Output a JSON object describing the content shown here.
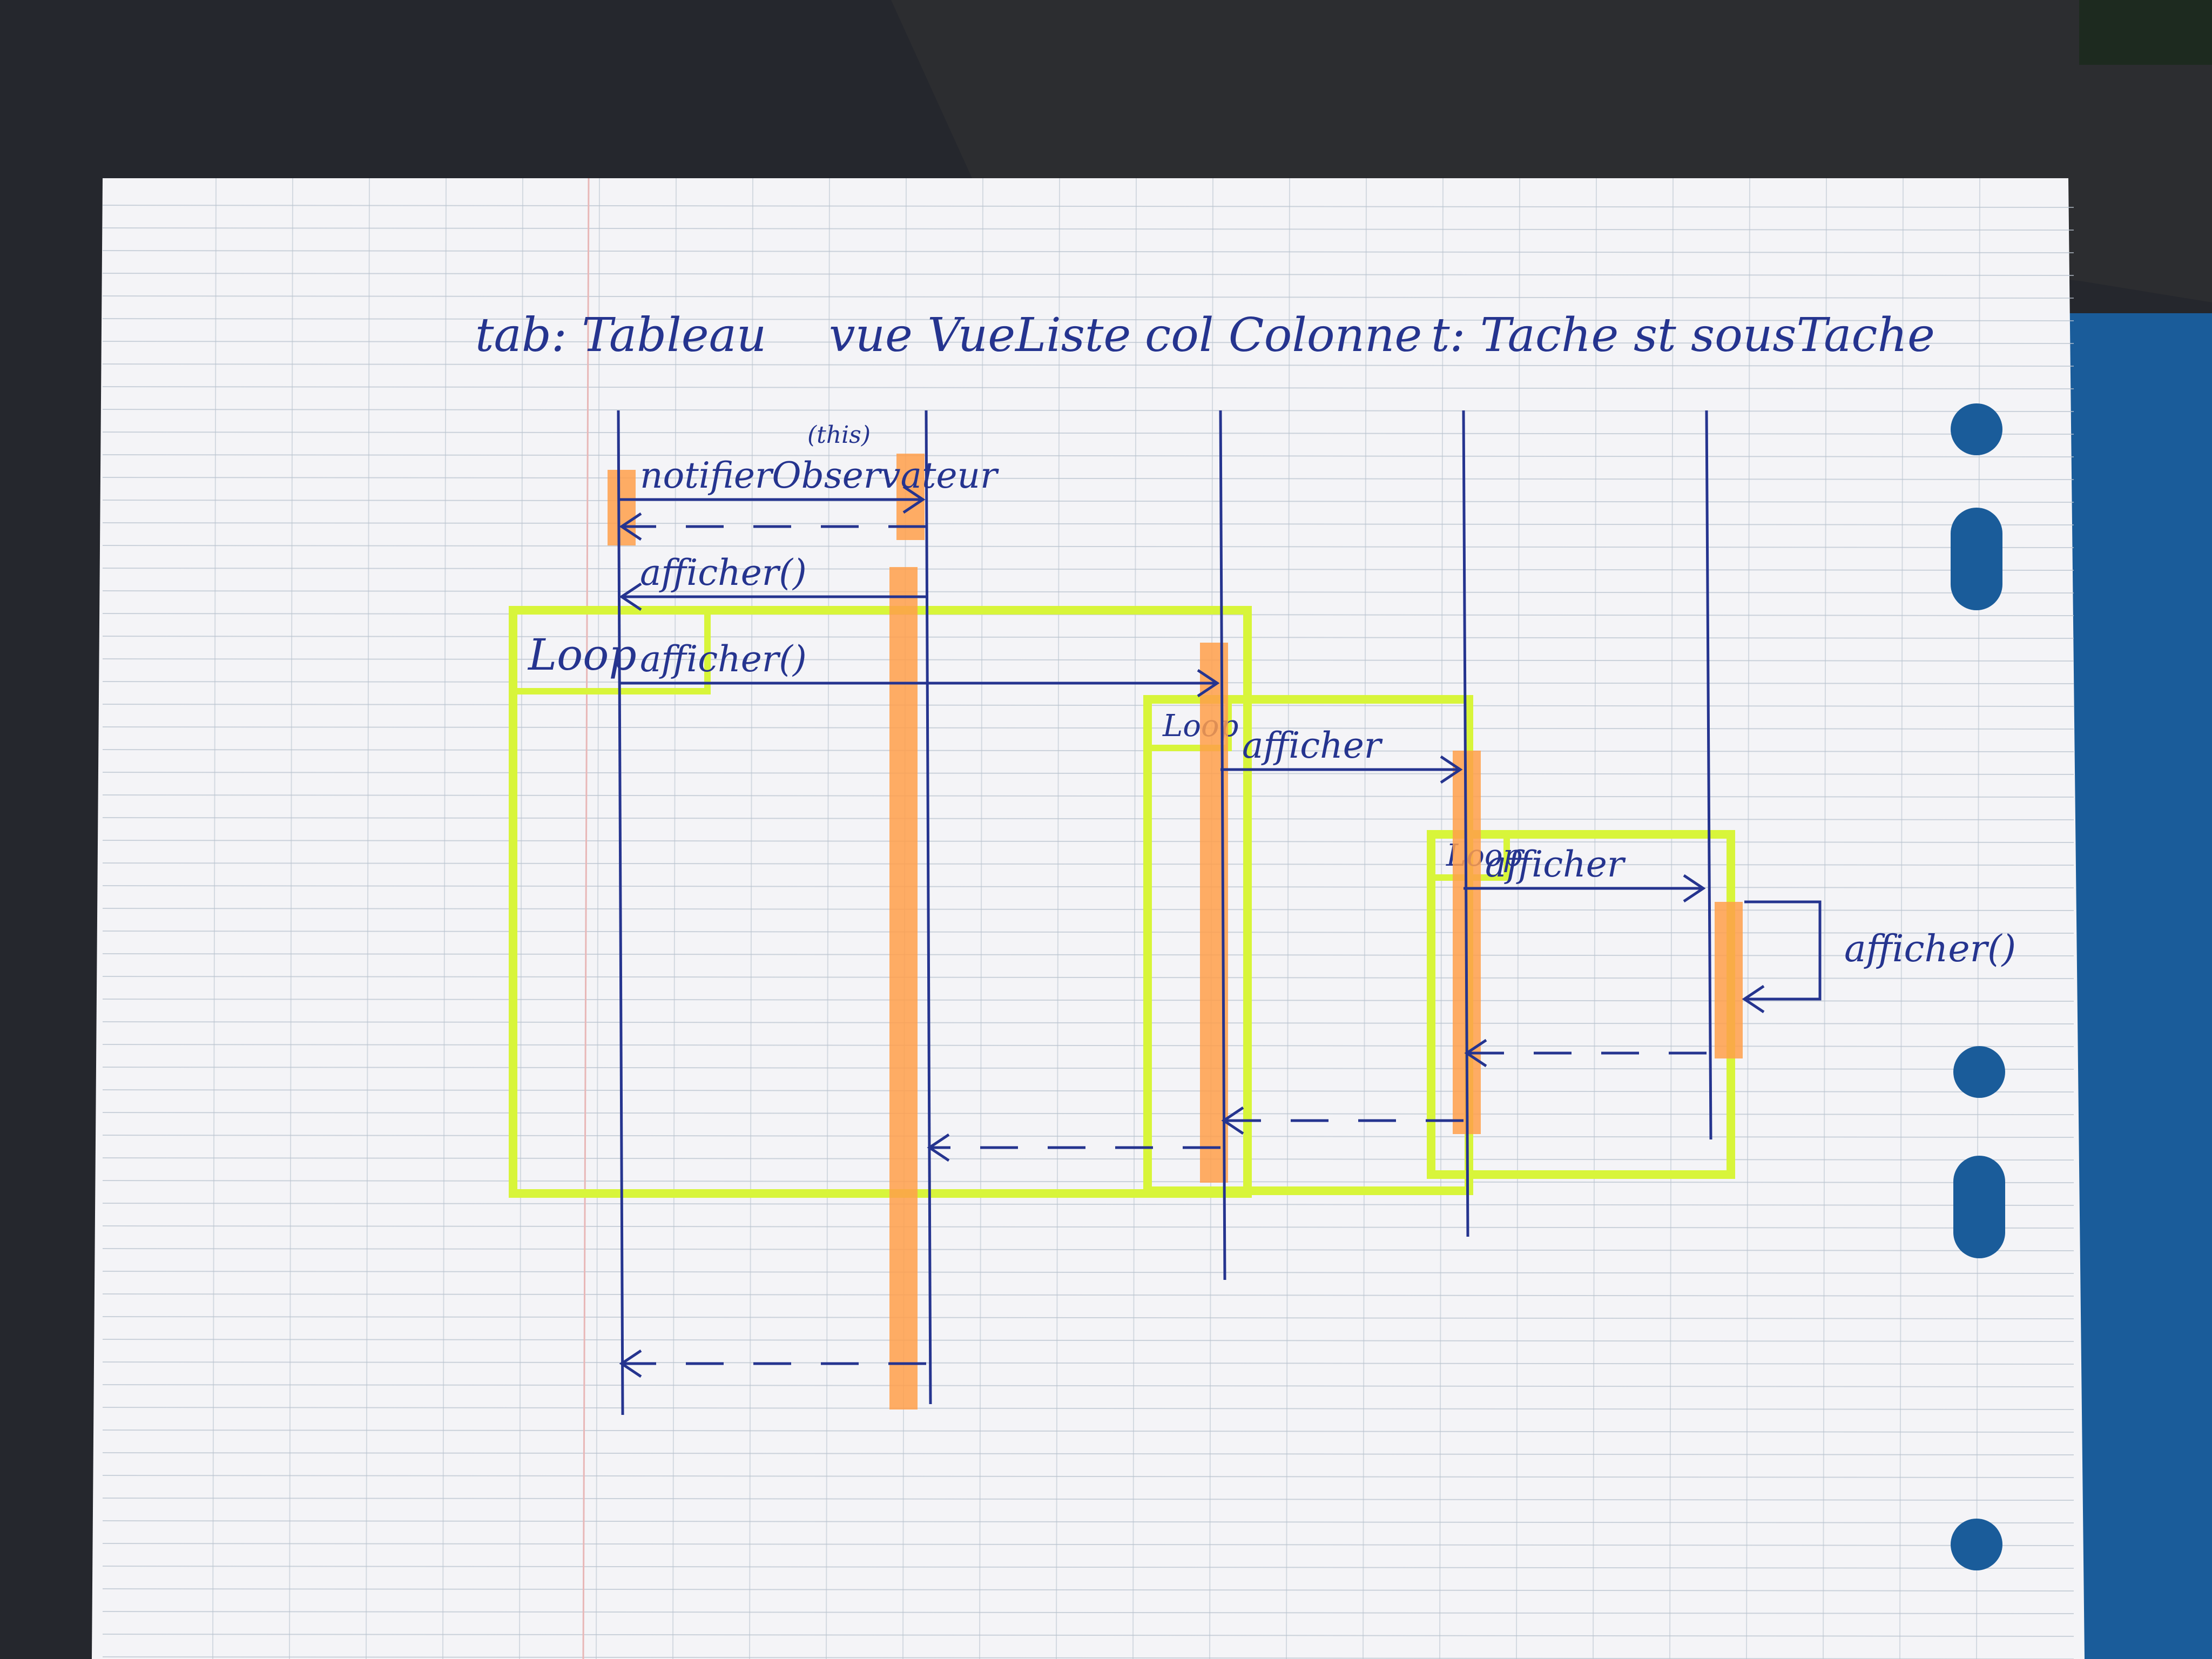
{
  "lifelines": [
    {
      "id": "tab",
      "label": "tab: Tableau"
    },
    {
      "id": "vue",
      "label": "vue VueListe"
    },
    {
      "id": "col",
      "label": "col Colonne"
    },
    {
      "id": "t",
      "label": "t: Tache"
    },
    {
      "id": "st",
      "label": "st sousTache"
    }
  ],
  "messages": [
    {
      "from": "tab",
      "to": "vue",
      "label": "notifierObservateur",
      "sublabel": "(this)",
      "kind": "call"
    },
    {
      "from": "vue",
      "to": "tab",
      "label": "",
      "kind": "return"
    },
    {
      "from": "vue",
      "to": "tab",
      "label": "afficher()",
      "kind": "call"
    },
    {
      "from": "tab",
      "to": "col",
      "label": "afficher()",
      "kind": "call"
    },
    {
      "from": "col",
      "to": "t",
      "label": "afficher",
      "kind": "call"
    },
    {
      "from": "t",
      "to": "st",
      "label": "afficher",
      "kind": "call"
    },
    {
      "from": "st",
      "to": "st",
      "label": "afficher()",
      "kind": "self"
    },
    {
      "from": "st",
      "to": "t",
      "label": "",
      "kind": "return"
    },
    {
      "from": "t",
      "to": "col",
      "label": "",
      "kind": "return"
    },
    {
      "from": "col",
      "to": "vue",
      "label": "",
      "kind": "return"
    },
    {
      "from": "vue",
      "to": "tab",
      "label": "",
      "kind": "return"
    }
  ],
  "fragments": [
    {
      "label": "Loop"
    },
    {
      "label": "Loop"
    },
    {
      "label": "Loop"
    }
  ],
  "colors": {
    "ink": "#25348f",
    "activation": "#ff9f4a",
    "loop_frame": "#d8f53a",
    "paper": "#f4f4f7",
    "paper_lines": "#b9c3cf",
    "binder": "#1a5c9a"
  }
}
